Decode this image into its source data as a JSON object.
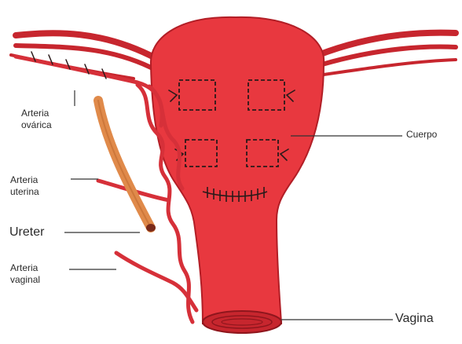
{
  "labels": {
    "arteria_ovarica": [
      "Arteria",
      "ovárica"
    ],
    "arteria_uterina": [
      "Arteria",
      "uterina"
    ],
    "ureter": "Ureter",
    "arteria_vaginal": [
      "Arteria",
      "vaginal"
    ],
    "cuerpo": "Cuerpo",
    "vagina": "Vagina"
  },
  "colors": {
    "organ": "#e8383f",
    "organ_dark": "#b21e26",
    "vessel": "#d63039",
    "ureter": "#e08a4a",
    "leader": "#333333",
    "suture": "#2a1a1a"
  }
}
